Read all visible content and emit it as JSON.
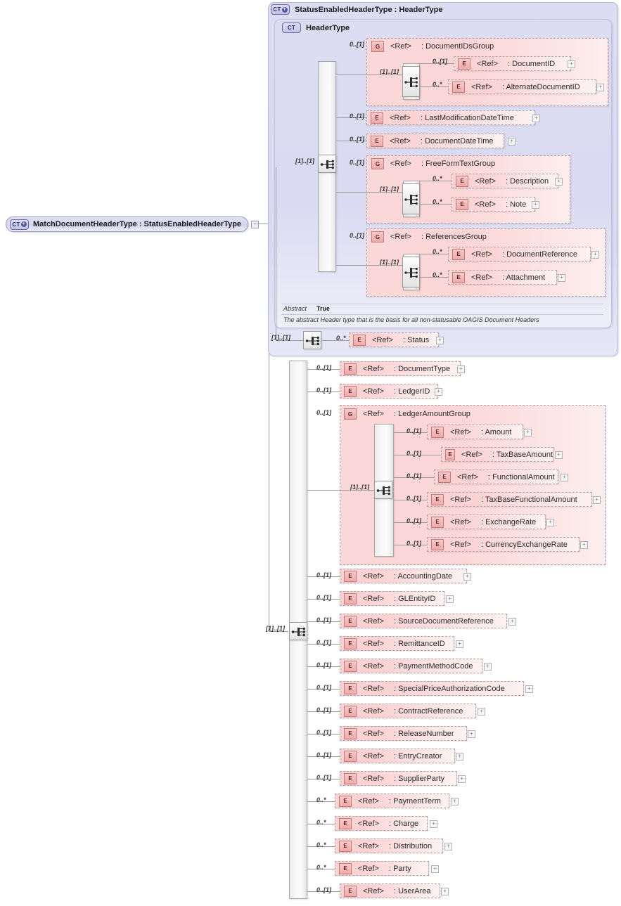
{
  "diagram": {
    "kind": "xsd-schema-diagram",
    "root": {
      "badge": "CT",
      "badge_icon": "complextype-expand-icon",
      "label": "MatchDocumentHeaderType : StatusEnabledHeaderType"
    },
    "base_type": {
      "badge": "CT",
      "label": "StatusEnabledHeaderType : HeaderType"
    },
    "inner_type": {
      "badge": "CT",
      "label": "HeaderType",
      "abstract_key": "Abstract",
      "abstract_value": "True",
      "documentation": "The abstract Header type that is the basis for all non-statusable OAGIS Document Headers"
    },
    "ref_label": "<Ref>",
    "expand_glyph": "+",
    "header_sequence_cardinality": "[1]..[1]",
    "status_sequence_cardinality": "[1]..[1]",
    "extension_sequence_cardinality": "[1]..[1]",
    "header_children": [
      {
        "node": "group",
        "badge": "G",
        "card": "0..[1]",
        "name": ": DocumentIDsGroup",
        "inner_card": "[1]..[1]",
        "children": [
          {
            "badge": "E",
            "card": "0..[1]",
            "name": ": DocumentID"
          },
          {
            "badge": "E",
            "card": "0..*",
            "name": ": AlternateDocumentID"
          }
        ]
      },
      {
        "node": "element",
        "badge": "E",
        "card": "0..[1]",
        "name": ": LastModificationDateTime"
      },
      {
        "node": "element",
        "badge": "E",
        "card": "0..[1]",
        "name": ": DocumentDateTime"
      },
      {
        "node": "group",
        "badge": "G",
        "card": "0..[1]",
        "name": ": FreeFormTextGroup",
        "inner_card": "[1]..[1]",
        "children": [
          {
            "badge": "E",
            "card": "0..*",
            "name": ": Description"
          },
          {
            "badge": "E",
            "card": "0..*",
            "name": ": Note"
          }
        ]
      },
      {
        "node": "group",
        "badge": "G",
        "card": "0..[1]",
        "name": ": ReferencesGroup",
        "inner_card": "[1]..[1]",
        "children": [
          {
            "badge": "E",
            "card": "0..*",
            "name": ": DocumentReference"
          },
          {
            "badge": "E",
            "card": "0..*",
            "name": ": Attachment"
          }
        ]
      }
    ],
    "status_child": {
      "badge": "E",
      "card": "0..*",
      "name": ": Status"
    },
    "extension_children": [
      {
        "node": "element",
        "badge": "E",
        "card": "0..[1]",
        "name": ": DocumentType"
      },
      {
        "node": "element",
        "badge": "E",
        "card": "0..[1]",
        "name": ": LedgerID"
      },
      {
        "node": "group",
        "badge": "G",
        "card": "0..[1]",
        "name": ": LedgerAmountGroup",
        "inner_card": "[1]..[1]",
        "children": [
          {
            "badge": "E",
            "card": "0..[1]",
            "name": ": Amount"
          },
          {
            "badge": "E",
            "card": "0..[1]",
            "name": ": TaxBaseAmount"
          },
          {
            "badge": "E",
            "card": "0..[1]",
            "name": ": FunctionalAmount"
          },
          {
            "badge": "E",
            "card": "0..[1]",
            "name": ": TaxBaseFunctionalAmount"
          },
          {
            "badge": "E",
            "card": "0..[1]",
            "name": ": ExchangeRate"
          },
          {
            "badge": "E",
            "card": "0..[1]",
            "name": ": CurrencyExchangeRate"
          }
        ]
      },
      {
        "node": "element",
        "badge": "E",
        "card": "0..[1]",
        "name": ": AccountingDate"
      },
      {
        "node": "element",
        "badge": "E",
        "card": "0..[1]",
        "name": ": GLEntityID"
      },
      {
        "node": "element",
        "badge": "E",
        "card": "0..[1]",
        "name": ": SourceDocumentReference"
      },
      {
        "node": "element",
        "badge": "E",
        "card": "0..[1]",
        "name": ": RemittanceID"
      },
      {
        "node": "element",
        "badge": "E",
        "card": "0..[1]",
        "name": ": PaymentMethodCode"
      },
      {
        "node": "element",
        "badge": "E",
        "card": "0..[1]",
        "name": ": SpecialPriceAuthorizationCode"
      },
      {
        "node": "element",
        "badge": "E",
        "card": "0..[1]",
        "name": ": ContractReference"
      },
      {
        "node": "element",
        "badge": "E",
        "card": "0..[1]",
        "name": ": ReleaseNumber"
      },
      {
        "node": "element",
        "badge": "E",
        "card": "0..[1]",
        "name": ": EntryCreator"
      },
      {
        "node": "element",
        "badge": "E",
        "card": "0..[1]",
        "name": ": SupplierParty"
      },
      {
        "node": "element",
        "badge": "E",
        "card": "0..*",
        "name": ": PaymentTerm"
      },
      {
        "node": "element",
        "badge": "E",
        "card": "0..*",
        "name": ": Charge"
      },
      {
        "node": "element",
        "badge": "E",
        "card": "0..*",
        "name": ": Distribution"
      },
      {
        "node": "element",
        "badge": "E",
        "card": "0..*",
        "name": ": Party"
      },
      {
        "node": "element",
        "badge": "E",
        "card": "0..[1]",
        "name": ": UserArea"
      }
    ],
    "colors": {
      "type_fill": "#dcdcf3",
      "type_border": "#b9b9d8",
      "group_fill": "#fbd6d6",
      "element_fill": "#fbd3d3",
      "badge_ct": "#c3c3e6",
      "badge_el": "#eeaaaa",
      "line": "#9b9b9b"
    }
  }
}
